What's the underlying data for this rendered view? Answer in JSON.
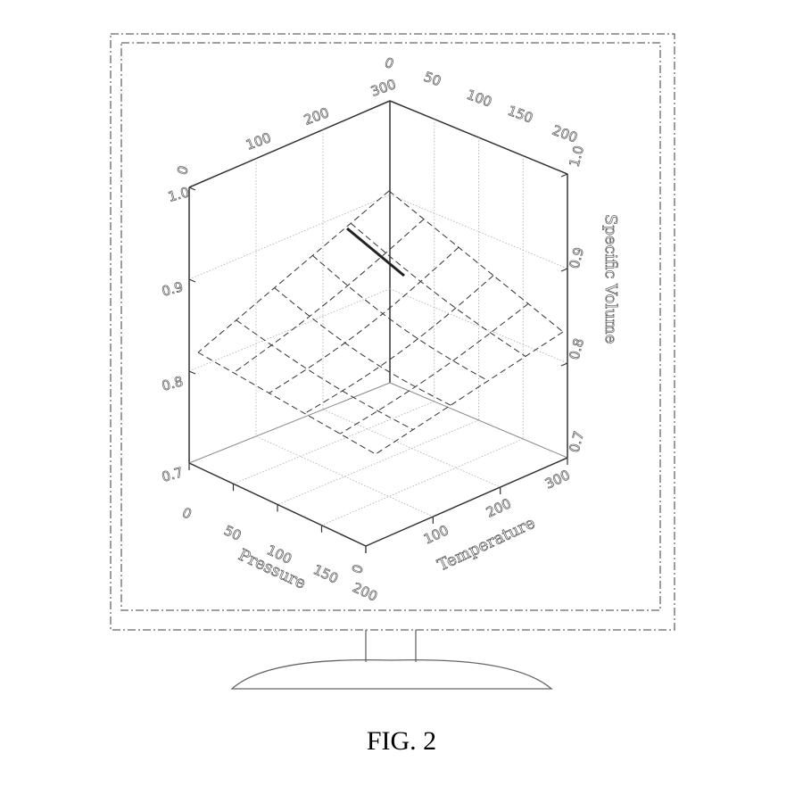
{
  "figure": {
    "caption": "FIG. 2"
  },
  "chart_data": {
    "type": "surface3d",
    "title": "",
    "axes": {
      "pressure": {
        "label": "Pressure",
        "ticks": [
          "0",
          "50",
          "100",
          "150",
          "200"
        ]
      },
      "temperature": {
        "label": "Temperature",
        "ticks": [
          "0",
          "100",
          "200",
          "300"
        ]
      },
      "specific_volume": {
        "label": "Specific Volume",
        "ticks": [
          "0.7",
          "0.8",
          "0.9",
          "1.0"
        ]
      },
      "back_temperature_ticks": [
        "0",
        "100",
        "200",
        "300"
      ],
      "back_pressure_ticks": [
        "0",
        "50",
        "100",
        "150",
        "200"
      ]
    },
    "grid": true,
    "surface_grid": {
      "rows": 5,
      "cols": 5,
      "style": "dashed"
    },
    "highlight_segment": {
      "style": "solid",
      "description_visible": false
    }
  },
  "colors": {
    "line": "#333333",
    "frame": "#666666",
    "grid": "#aaaaaa"
  },
  "monitor": {
    "icon": "monitor-frame-icon"
  }
}
